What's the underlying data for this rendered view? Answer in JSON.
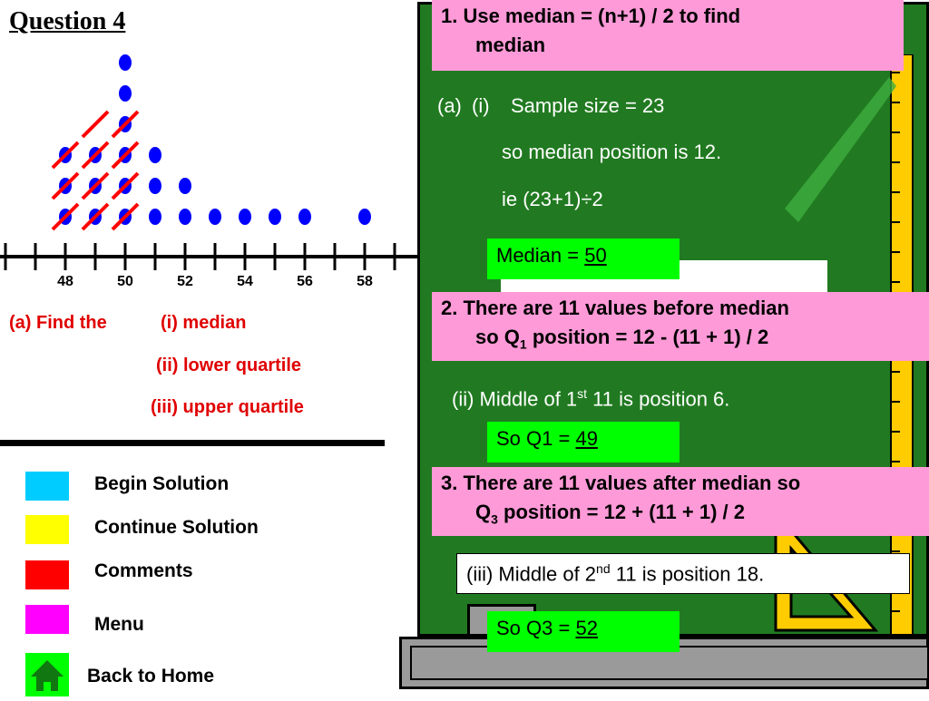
{
  "question": {
    "title": "Question 4"
  },
  "dotplot": {
    "axis_labels": [
      "48",
      "50",
      "52",
      "54",
      "56",
      "58"
    ],
    "counts": [
      {
        "value": 48,
        "count": 3
      },
      {
        "value": 49,
        "count": 3
      },
      {
        "value": 50,
        "count": 6
      },
      {
        "value": 51,
        "count": 3
      },
      {
        "value": 52,
        "count": 2
      },
      {
        "value": 53,
        "count": 1
      },
      {
        "value": 54,
        "count": 1
      },
      {
        "value": 55,
        "count": 1
      },
      {
        "value": 56,
        "count": 1
      },
      {
        "value": 58,
        "count": 1
      }
    ],
    "crossed_out": [
      {
        "value": 48,
        "count": 3
      },
      {
        "value": 49,
        "count": 4
      },
      {
        "value": 50,
        "count": 4
      }
    ],
    "dot_color": "#0000ff",
    "cross_color": "#ff0000"
  },
  "prompt": {
    "part_a": "(a) Find the",
    "i": "(i)  median",
    "ii": "(ii)  lower quartile",
    "iii": "(iii)  upper quartile"
  },
  "menu": {
    "items": [
      {
        "label": "Begin Solution",
        "color": "#00ccff"
      },
      {
        "label": "Continue Solution",
        "color": "#ffff00"
      },
      {
        "label": "Comments",
        "color": "#ff0000"
      },
      {
        "label": "Menu",
        "color": "#ff00ff"
      }
    ],
    "home": {
      "label": "Back to Home",
      "color": "#00ff00"
    }
  },
  "solution": {
    "step1": {
      "line1": "1. Use median = (n+1) / 2 to find",
      "line2": "median"
    },
    "a_label": "(a)",
    "i_label": "(i)",
    "sample": "Sample size = 23",
    "median_pos": "so median position is 12.",
    "ie": "ie  (23+1)÷2",
    "median_prefix": "Median = ",
    "median_value": "50",
    "step2": {
      "line1": "2. There are 11 values before median",
      "line2_pre": "so Q",
      "sub": "1",
      "line2_post": " position = 12 - (11 + 1) / 2"
    },
    "ii": {
      "pre": "(ii)  Middle of 1",
      "sup": "st",
      "post": " 11 is position 6."
    },
    "q1_prefix": "So  Q1 = ",
    "q1_value": "49",
    "step3": {
      "line1": "3. There are 11 values after median so",
      "line2_pre": "Q",
      "sub": "3",
      "line2_post": " position = 12 + (11 + 1) / 2"
    },
    "iii": {
      "pre": "(iii)  Middle of 2",
      "sup": "nd",
      "post": " 11 is position 18."
    },
    "q3_prefix": "So  Q3 = ",
    "q3_value": "52"
  }
}
